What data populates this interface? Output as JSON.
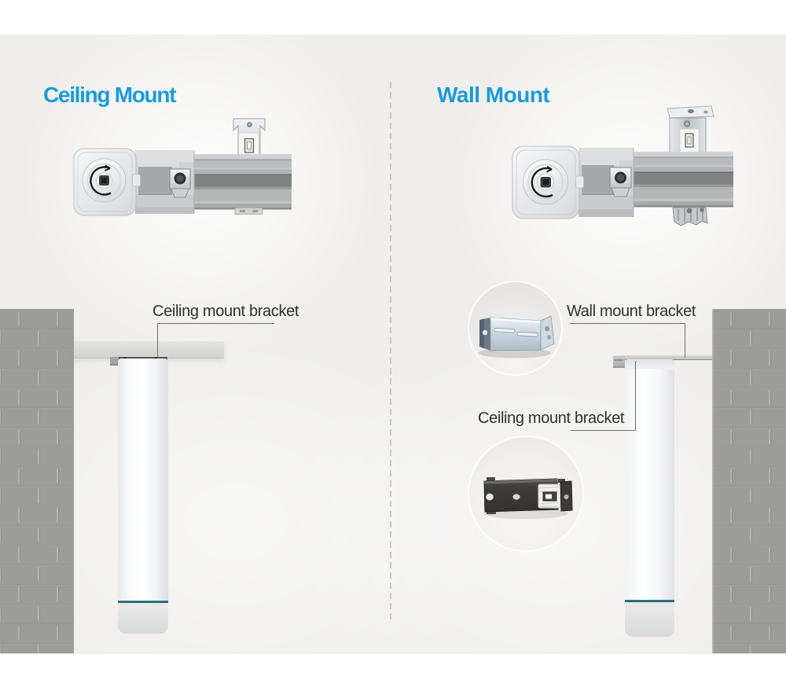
{
  "page": {
    "background": "#ffffff",
    "panel_background": "#efeeec"
  },
  "colors": {
    "accent_blue": "#1a9cd8",
    "label_text": "#2f2f2f",
    "leader_line": "#6e6e6e",
    "wall_gray": "#9c9c9b",
    "teal_band": "#2d6d7e"
  },
  "left_panel": {
    "title": "Ceiling Mount",
    "bracket_label": "Ceiling mount bracket"
  },
  "right_panel": {
    "title": "Wall Mount",
    "wall_bracket_label": "Wall mount bracket",
    "ceiling_bracket_label": "Ceiling mount bracket"
  }
}
